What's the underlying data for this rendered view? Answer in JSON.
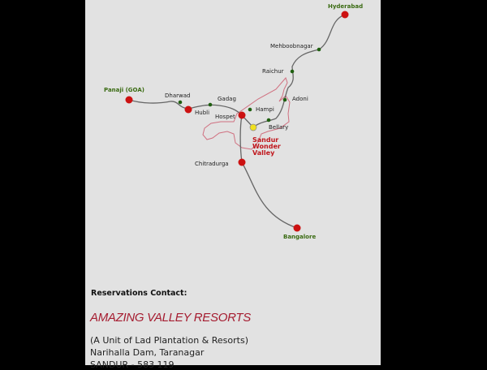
{
  "map": {
    "cities": {
      "hyderabad": "Hyderabad",
      "mehboobnagar": "Mehboobnagar",
      "raichur": "Raichur",
      "adoni": "Adoni",
      "panaji": "Panaji (GOA)",
      "dharwad": "Dharwad",
      "gadag": "Gadag",
      "hubli": "Hubli",
      "hampi": "Hampi",
      "hospet": "Hospet",
      "bellary": "Bellary",
      "chitradurga": "Chitradurga",
      "bangalore": "Bangalore"
    },
    "destination": [
      "Sandur",
      "Wonder",
      "Valley"
    ],
    "colors": {
      "major": "#cc1111",
      "minor": "#1f5f10",
      "destination": "#f0e020",
      "road": "#666666",
      "border": "#d07080"
    }
  },
  "contact": {
    "heading": "Reservations Contact:",
    "company": "AMAZING VALLEY RESORTS",
    "lines": [
      "(A Unit of Lad Plantation & Resorts)",
      "Narihalla Dam, Taranagar",
      "SANDUR - 583 119"
    ]
  }
}
